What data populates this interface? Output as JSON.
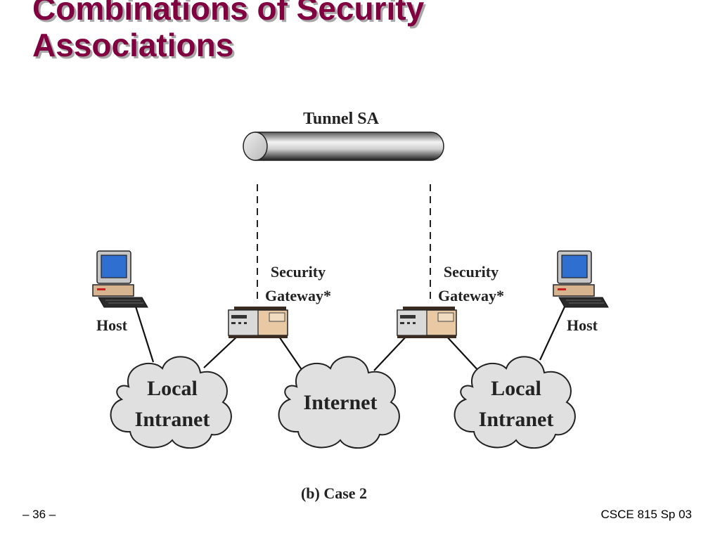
{
  "slide": {
    "title_line1": "Combinations of Security",
    "title_line2": "Associations"
  },
  "diagram": {
    "tunnel_label": "Tunnel SA",
    "gateway_left": {
      "line1": "Security",
      "line2": "Gateway*"
    },
    "gateway_right": {
      "line1": "Security",
      "line2": "Gateway*"
    },
    "host_left": "Host",
    "host_right": "Host",
    "cloud_left": {
      "line1": "Local",
      "line2": "Intranet"
    },
    "cloud_center": "Internet",
    "cloud_right": {
      "line1": "Local",
      "line2": "Intranet"
    },
    "caption": "(b) Case 2"
  },
  "footer": {
    "page_number": "– 36 –",
    "course": "CSCE 815 Sp 03"
  },
  "colors": {
    "title": "#800040",
    "title_shadow": "#a8a8a8",
    "screen": "#2e6fd0",
    "gateway_body": "#e8c9a4",
    "cloud_fill": "#e0e0e0"
  }
}
